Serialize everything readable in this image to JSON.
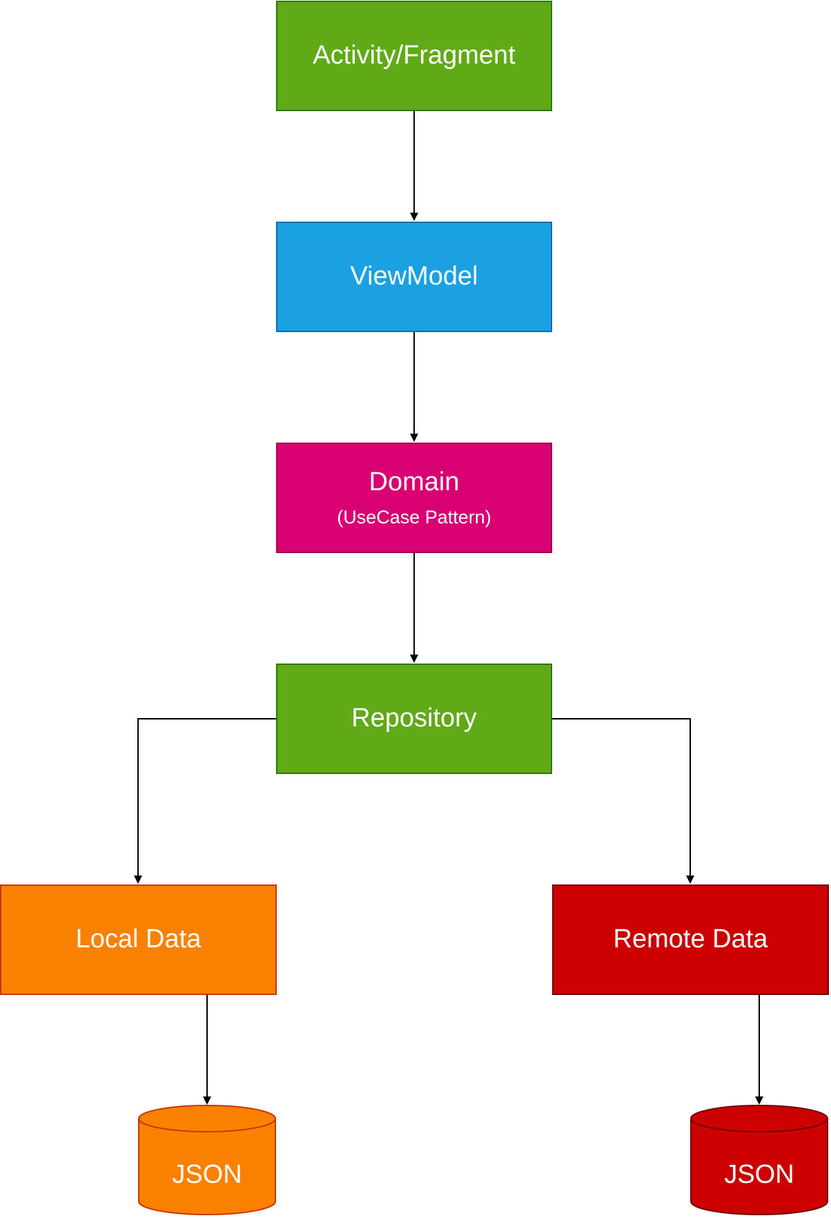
{
  "colors": {
    "green": "#60a917",
    "green_border": "#2d7600",
    "blue": "#1ba1e2",
    "blue_border": "#006eaf",
    "magenta": "#d80073",
    "magenta_border": "#a50040",
    "orange": "#fa8100",
    "orange_border": "#c73500",
    "red": "#cc0000",
    "red_border": "#6f0000",
    "edge": "#000000"
  },
  "nodes": {
    "activity": {
      "label": "Activity/Fragment"
    },
    "viewmodel": {
      "label": "ViewModel"
    },
    "domain": {
      "label": "Domain",
      "sublabel": "(UseCase Pattern)"
    },
    "repository": {
      "label": "Repository"
    },
    "local_data": {
      "label": "Local Data"
    },
    "remote_data": {
      "label": "Remote Data"
    },
    "local_json": {
      "label": "JSON"
    },
    "remote_json": {
      "label": "JSON"
    }
  },
  "edges": [
    {
      "from": "activity",
      "to": "viewmodel"
    },
    {
      "from": "viewmodel",
      "to": "domain"
    },
    {
      "from": "domain",
      "to": "repository"
    },
    {
      "from": "repository",
      "to": "local_data"
    },
    {
      "from": "repository",
      "to": "remote_data"
    },
    {
      "from": "local_data",
      "to": "local_json"
    },
    {
      "from": "remote_data",
      "to": "remote_json"
    }
  ]
}
